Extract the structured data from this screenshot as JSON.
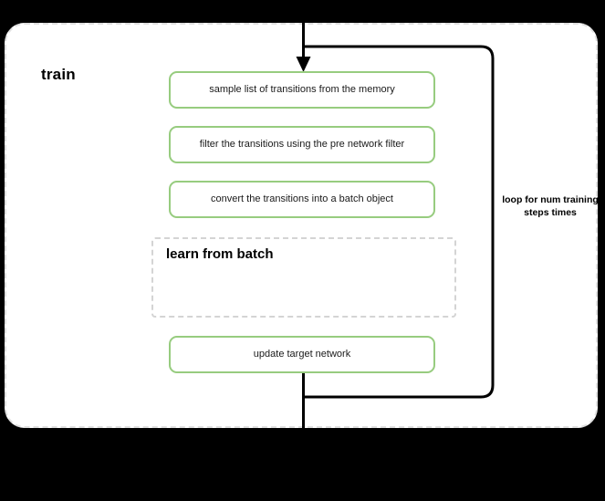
{
  "diagram": {
    "title": "train",
    "background_color": "#000000",
    "panel_color": "#ffffff",
    "accent_color": "#97cc7f",
    "dashed_border_color": "#e0e0e0",
    "connector_color": "#000000",
    "steps": [
      {
        "id": "sample",
        "label": "sample list of transitions from the memory"
      },
      {
        "id": "filter",
        "label": "filter the transitions using the pre network filter"
      },
      {
        "id": "convert",
        "label": "convert the transitions into a batch object"
      },
      {
        "id": "update",
        "label": "update target network"
      }
    ],
    "groups": [
      {
        "id": "learn-from-batch",
        "label": "learn from batch"
      }
    ],
    "annotations": [
      {
        "id": "loop-label",
        "label": "loop for num training steps times"
      }
    ],
    "connectors": [
      {
        "id": "entry-arrow",
        "name": "arrow-down-into-train"
      },
      {
        "id": "loop-back",
        "name": "loop-back-edge"
      },
      {
        "id": "exit-line",
        "name": "exit-line-down"
      }
    ]
  }
}
